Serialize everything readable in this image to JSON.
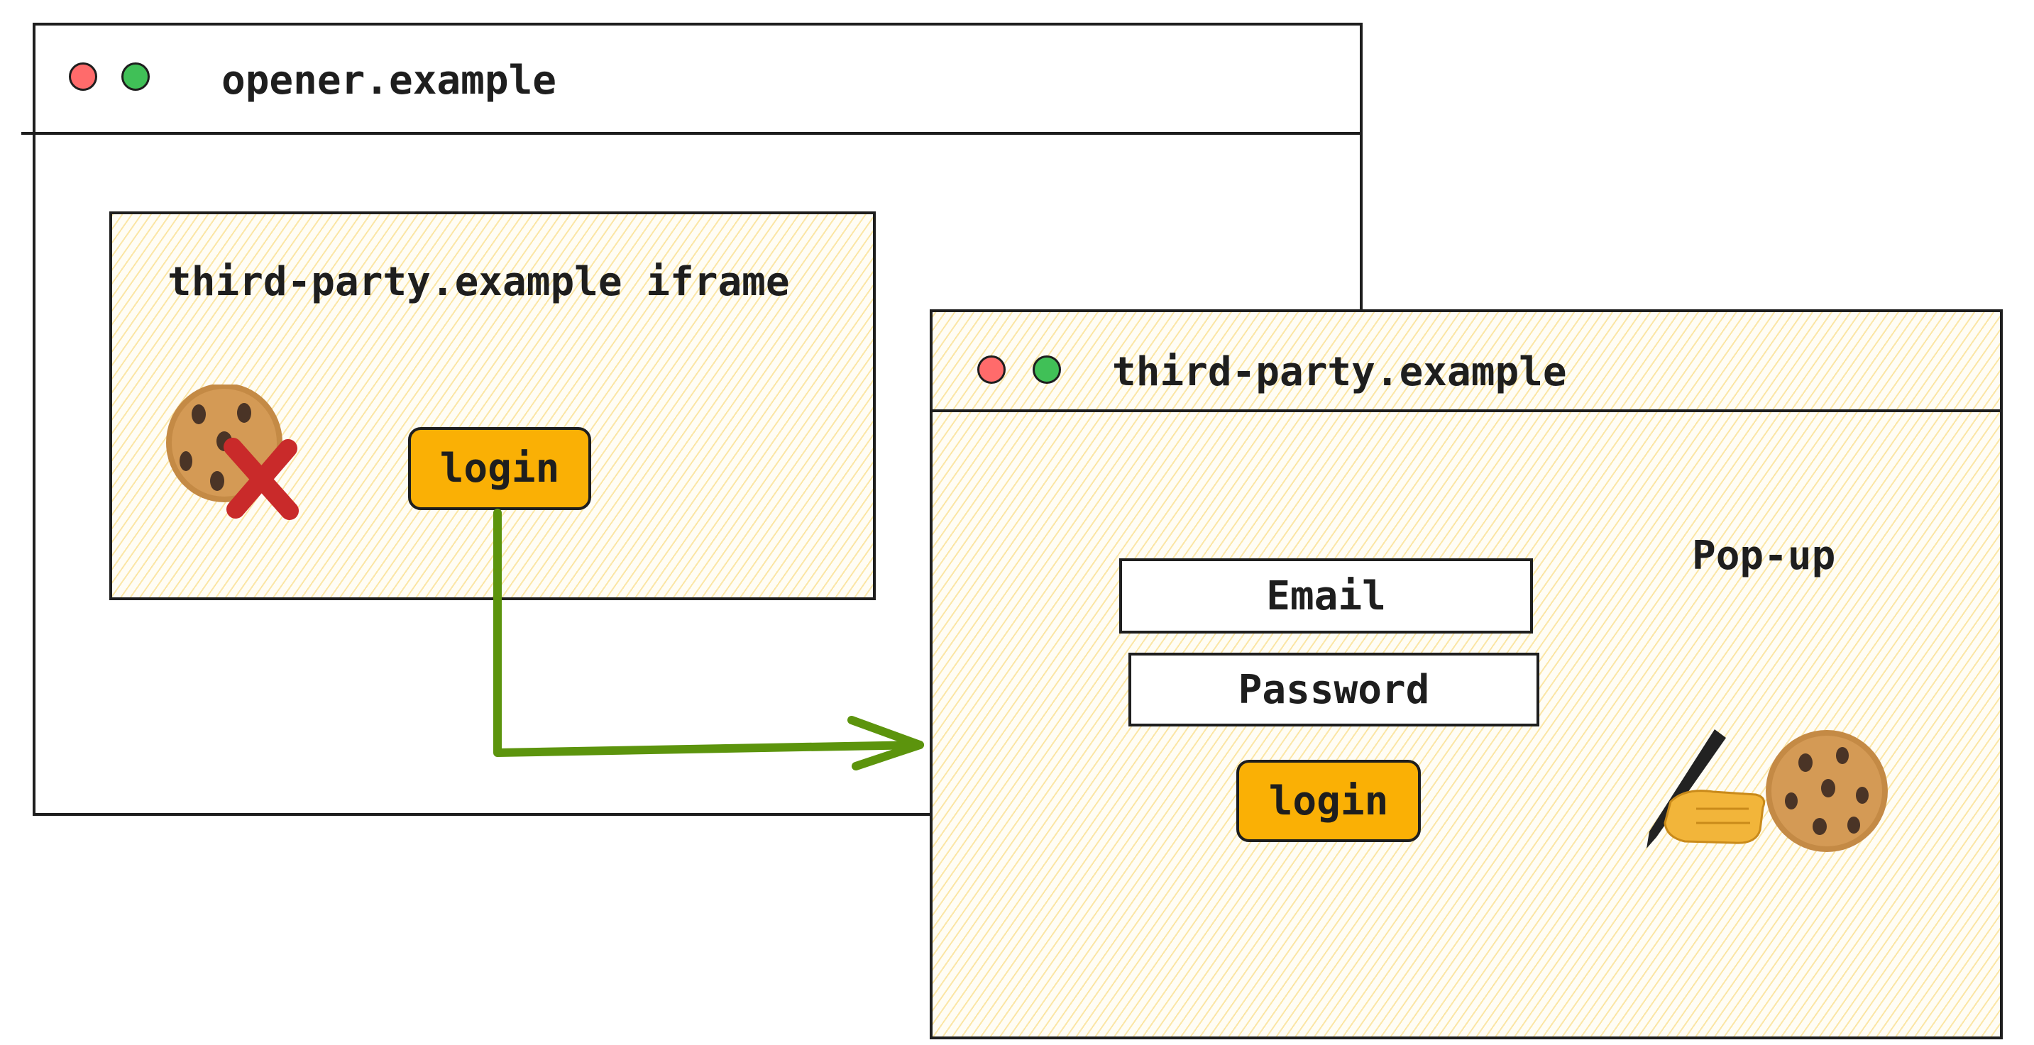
{
  "opener_window": {
    "title": "opener.example",
    "iframe": {
      "label": "third-party.example iframe",
      "login_label": "login",
      "cookie_icon": "cookie-blocked-icon"
    }
  },
  "popup_window": {
    "title": "third-party.example",
    "label": "Pop-up",
    "email_placeholder": "Email",
    "password_placeholder": "Password",
    "login_label": "login",
    "icons": [
      "writing-hand-icon",
      "cookie-icon"
    ]
  },
  "colors": {
    "button": "#fab005",
    "arrow": "#5c940d",
    "blocked_x": "#c92a2a",
    "traffic_red": "#ff6b6b",
    "traffic_green": "#40c057",
    "hatch": "#fade8c"
  }
}
